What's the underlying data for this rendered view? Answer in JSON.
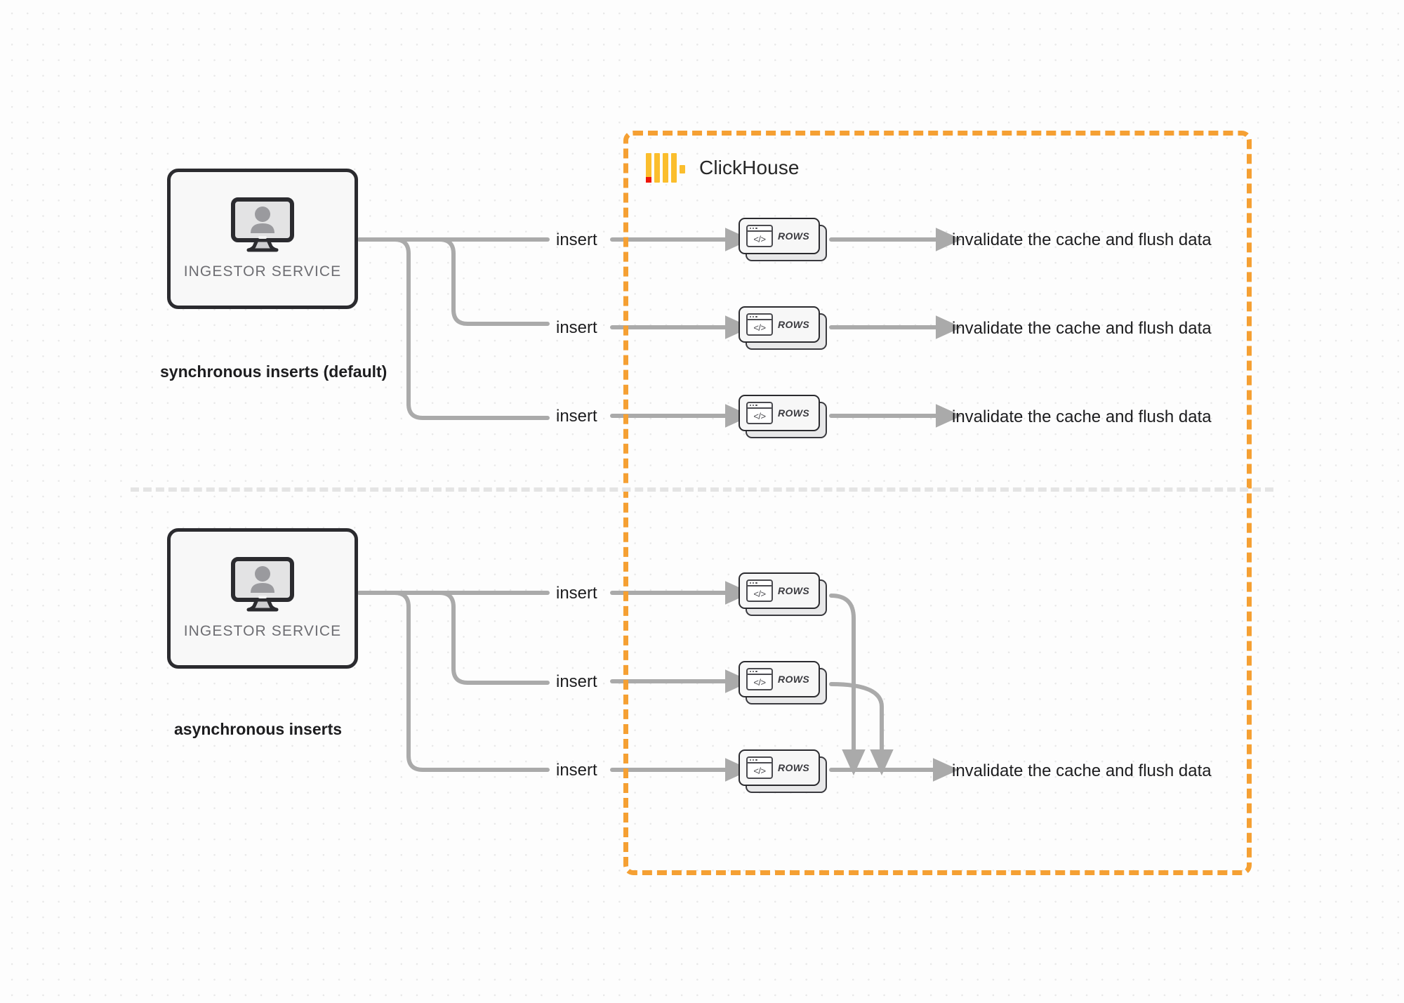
{
  "diagram": {
    "title": "ClickHouse synchronous vs asynchronous inserts",
    "colors": {
      "boundary": "#f5a033",
      "logo_bar": "#fbbe2d",
      "logo_accent": "#ee1509",
      "connector": "#aaaaaa",
      "box_outline": "#2b2b2f",
      "text": "#1d1d1f",
      "muted_text": "#6d6d72",
      "canvas": "#fdfdfd",
      "dot_grid": "#e8e8e8"
    }
  },
  "clickhouse": {
    "name": "ClickHouse",
    "logo_icon": "clickhouse-logo-icon"
  },
  "sections": [
    {
      "id": "synchronous",
      "caption": "synchronous inserts (default)",
      "service": {
        "label": "INGESTOR SERVICE",
        "icon": "monitor-user-icon"
      },
      "flows": [
        {
          "insert_label": "insert",
          "rows_label": "ROWS",
          "rows_icon": "code-window-icon",
          "result_label": "invalidate the cache and flush data"
        },
        {
          "insert_label": "insert",
          "rows_label": "ROWS",
          "rows_icon": "code-window-icon",
          "result_label": "invalidate the cache and flush data"
        },
        {
          "insert_label": "insert",
          "rows_label": "ROWS",
          "rows_icon": "code-window-icon",
          "result_label": "invalidate the cache and flush data"
        }
      ]
    },
    {
      "id": "asynchronous",
      "caption": "asynchronous inserts",
      "service": {
        "label": "INGESTOR SERVICE",
        "icon": "monitor-user-icon"
      },
      "flows": [
        {
          "insert_label": "insert",
          "rows_label": "ROWS",
          "rows_icon": "code-window-icon"
        },
        {
          "insert_label": "insert",
          "rows_label": "ROWS",
          "rows_icon": "code-window-icon"
        },
        {
          "insert_label": "insert",
          "rows_label": "ROWS",
          "rows_icon": "code-window-icon"
        }
      ],
      "merged_result_label": "invalidate the cache and flush data"
    }
  ]
}
